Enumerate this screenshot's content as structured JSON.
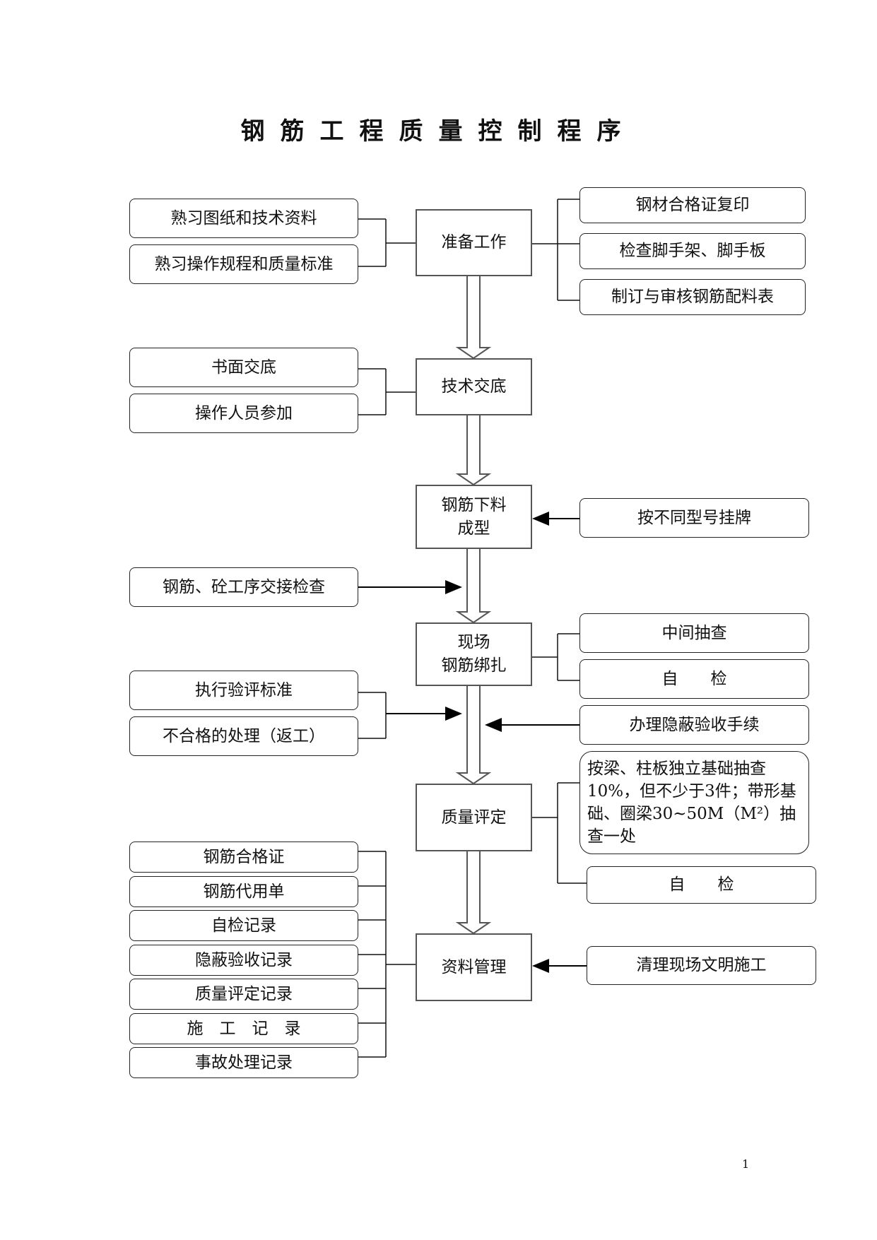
{
  "title": "钢筋工程质量控制程序",
  "main_steps": [
    "准备工作",
    "技术交底",
    "钢筋下料\n成型",
    "现场\n钢筋绑扎",
    "质量评定",
    "资料管理"
  ],
  "prep_left": [
    "熟习图纸和技术资料",
    "熟习操作规程和质量标准"
  ],
  "prep_right": [
    "钢材合格证复印",
    "检查脚手架、脚手板",
    "制订与审核钢筋配料表"
  ],
  "disclosure_left": [
    "书面交底",
    "操作人员参加"
  ],
  "cutting_right": "按不同型号挂牌",
  "handover_left": "钢筋、砼工序交接检查",
  "binding_right": [
    "中间抽查",
    "自　　检"
  ],
  "binding_left": [
    "执行验评标准",
    "不合格的处理（返工）"
  ],
  "concealed_right": "办理隐蔽验收手续",
  "evaluation_right": [
    "按梁、柱板独立基础抽查10%，但不少于3件；带形基础、圈梁30~50M（M²）抽查一处",
    "自　　检"
  ],
  "records_left": [
    "钢筋合格证",
    "钢筋代用单",
    "自检记录",
    "隐蔽验收记录",
    "质量评定记录",
    "施　工　记　录",
    "事故处理记录"
  ],
  "records_right": "清理现场文明施工",
  "page_number": "1"
}
